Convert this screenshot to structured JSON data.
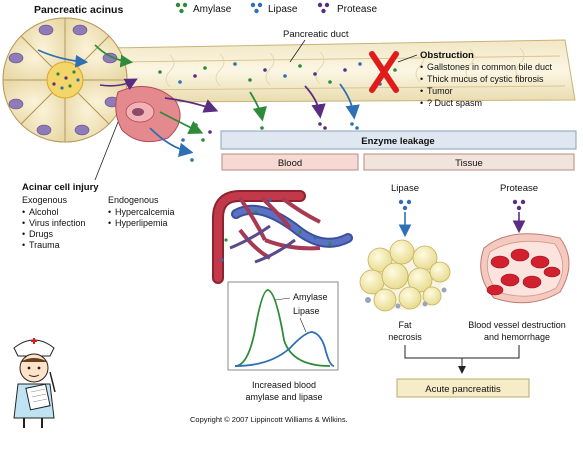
{
  "title": "Pancreatic acinus",
  "legend": {
    "amylase": "Amylase",
    "lipase": "Lipase",
    "protease": "Protease",
    "colors": {
      "amylase": "#2e8b3a",
      "lipase": "#2f6fb3",
      "protease": "#5a2d82"
    }
  },
  "duct_label": "Pancreatic duct",
  "obstruction": {
    "title": "Obstruction",
    "items": [
      "Gallstones in common bile duct",
      "Thick mucus of cystic fibrosis",
      "Tumor",
      "? Duct spasm"
    ]
  },
  "enzyme_leakage": "Enzyme leakage",
  "blood_label": "Blood",
  "tissue_label": "Tissue",
  "acinar_injury": {
    "title": "Acinar cell injury",
    "exogenous_title": "Exogenous",
    "exogenous": [
      "Alcohol",
      "Virus infection",
      "Drugs",
      "Trauma"
    ],
    "endogenous_title": "Endogenous",
    "endogenous": [
      "Hypercalcemia",
      "Hyperlipemia"
    ]
  },
  "lipase_label": "Lipase",
  "protease_label": "Protease",
  "graph": {
    "amylase": "Amylase",
    "lipase": "Lipase"
  },
  "increased_blood": [
    "Increased blood",
    "amylase and lipase"
  ],
  "fat_necrosis": [
    "Fat",
    "necrosis"
  ],
  "vessel_destruction": [
    "Blood vessel destruction",
    "and hemorrhage"
  ],
  "acute_pancreatitis": "Acute pancreatitis",
  "copyright": "Copyright © 2007 Lippincott Williams & Wilkins.",
  "colors": {
    "red_x": "#e01b1b",
    "enzyme_bar": "#dfe7f1",
    "blood_box": "#f6d9d3",
    "tissue_box": "#f1e4dc",
    "acute_box": "#f6edc8"
  }
}
